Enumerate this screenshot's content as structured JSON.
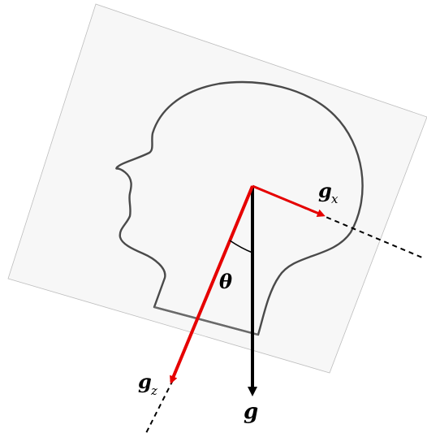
{
  "diagram": {
    "labels": {
      "g_x_base": "g",
      "g_x_sub": "x",
      "g_z_base": "g",
      "g_z_sub": "z",
      "g": "g",
      "theta": "θ"
    },
    "colors": {
      "gravity": "#000000",
      "components": "#e60000",
      "head_outline": "#4a4a4a",
      "plane_fill": "#f7f7f7",
      "plane_edge": "#bdbdbd"
    }
  }
}
